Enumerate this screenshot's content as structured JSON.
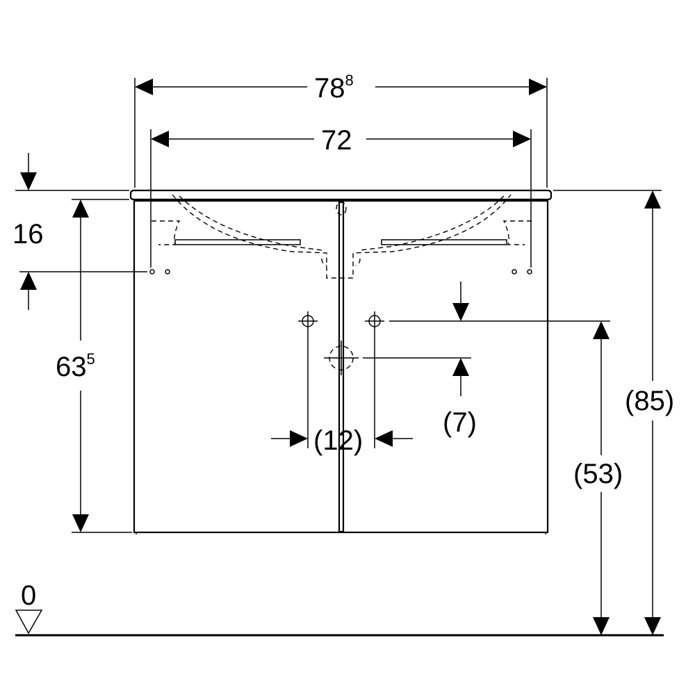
{
  "dimensions": {
    "overall_width": {
      "main": "78",
      "sup": "8"
    },
    "basin_width": "72",
    "top_drop": "16",
    "cabinet_height": {
      "main": "63",
      "sup": "5"
    },
    "total_height": "(85)",
    "outlet_height": "(53)",
    "outlet_offset": "(7)",
    "outlet_spacing": "(12)",
    "floor_level": "0"
  }
}
